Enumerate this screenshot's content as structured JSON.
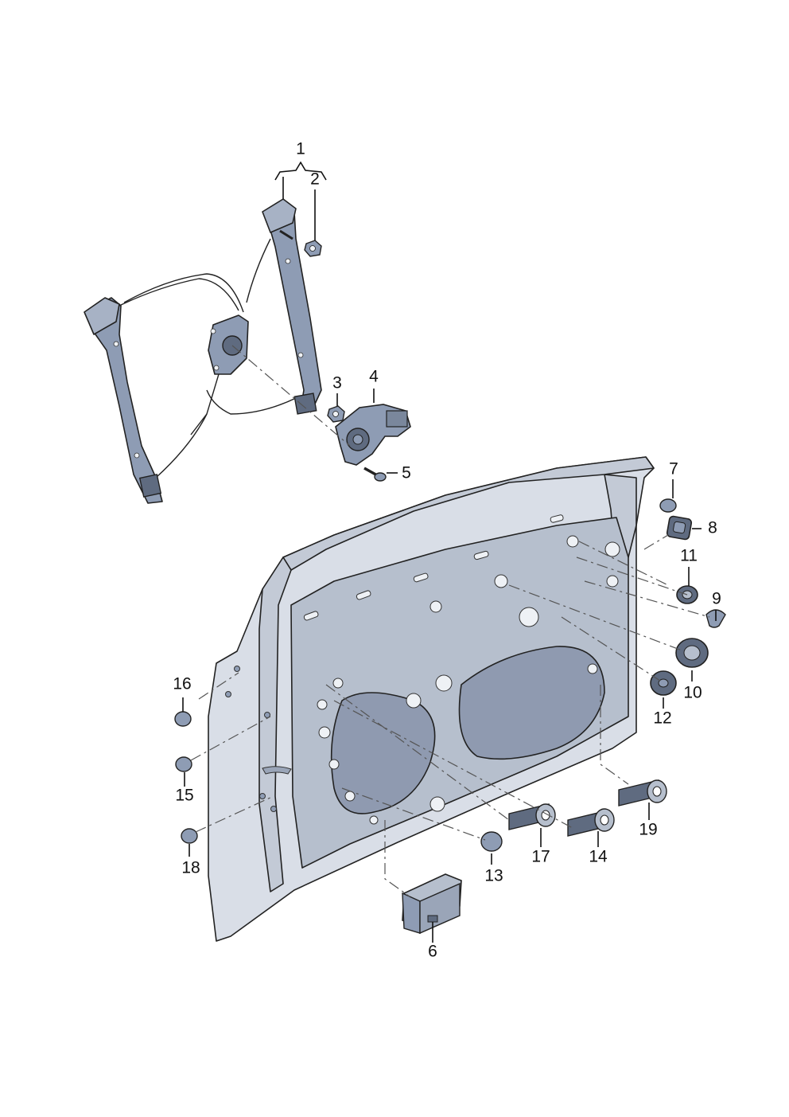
{
  "colors": {
    "part_fill": "#8e9cb4",
    "part_dark": "#5f6b80",
    "panel_fill": "#d9dee7",
    "panel_mid": "#b6bfcd",
    "panel_shadow": "#9aa5b8",
    "line": "#111111"
  },
  "callouts": [
    {
      "id": "1",
      "label": "1"
    },
    {
      "id": "2",
      "label": "2"
    },
    {
      "id": "3",
      "label": "3"
    },
    {
      "id": "4",
      "label": "4"
    },
    {
      "id": "5",
      "label": "5"
    },
    {
      "id": "6",
      "label": "6"
    },
    {
      "id": "7",
      "label": "7"
    },
    {
      "id": "8",
      "label": "8"
    },
    {
      "id": "9",
      "label": "9"
    },
    {
      "id": "10",
      "label": "10"
    },
    {
      "id": "11",
      "label": "11"
    },
    {
      "id": "12",
      "label": "12"
    },
    {
      "id": "13",
      "label": "13"
    },
    {
      "id": "14",
      "label": "14"
    },
    {
      "id": "15",
      "label": "15"
    },
    {
      "id": "16",
      "label": "16"
    },
    {
      "id": "17",
      "label": "17"
    },
    {
      "id": "18",
      "label": "18"
    },
    {
      "id": "19",
      "label": "19"
    }
  ]
}
